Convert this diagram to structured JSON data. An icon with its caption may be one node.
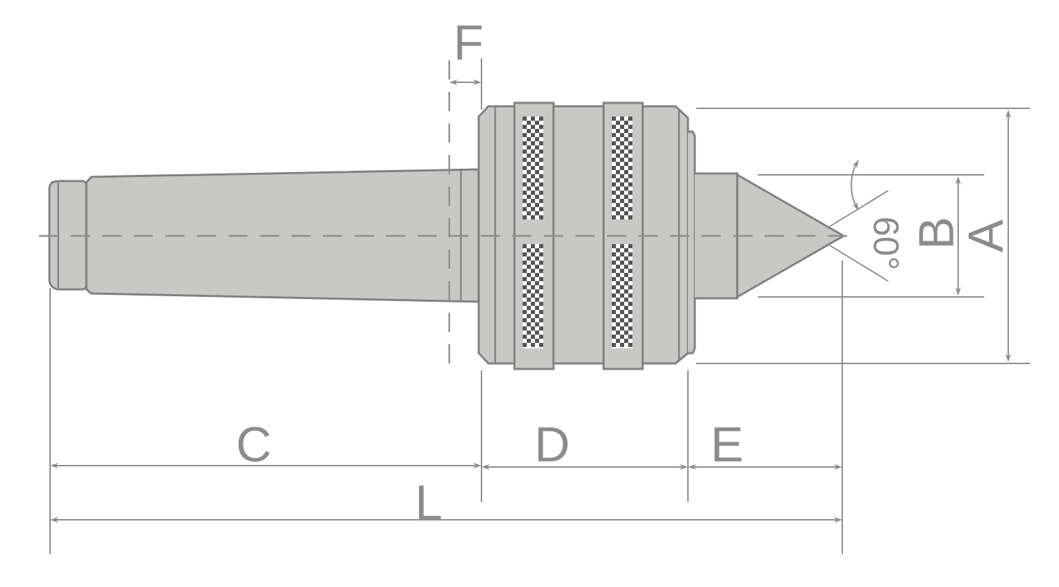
{
  "diagram": {
    "labels": [
      "F",
      "60°",
      "B",
      "A",
      "C",
      "D",
      "E",
      "L"
    ]
  }
}
